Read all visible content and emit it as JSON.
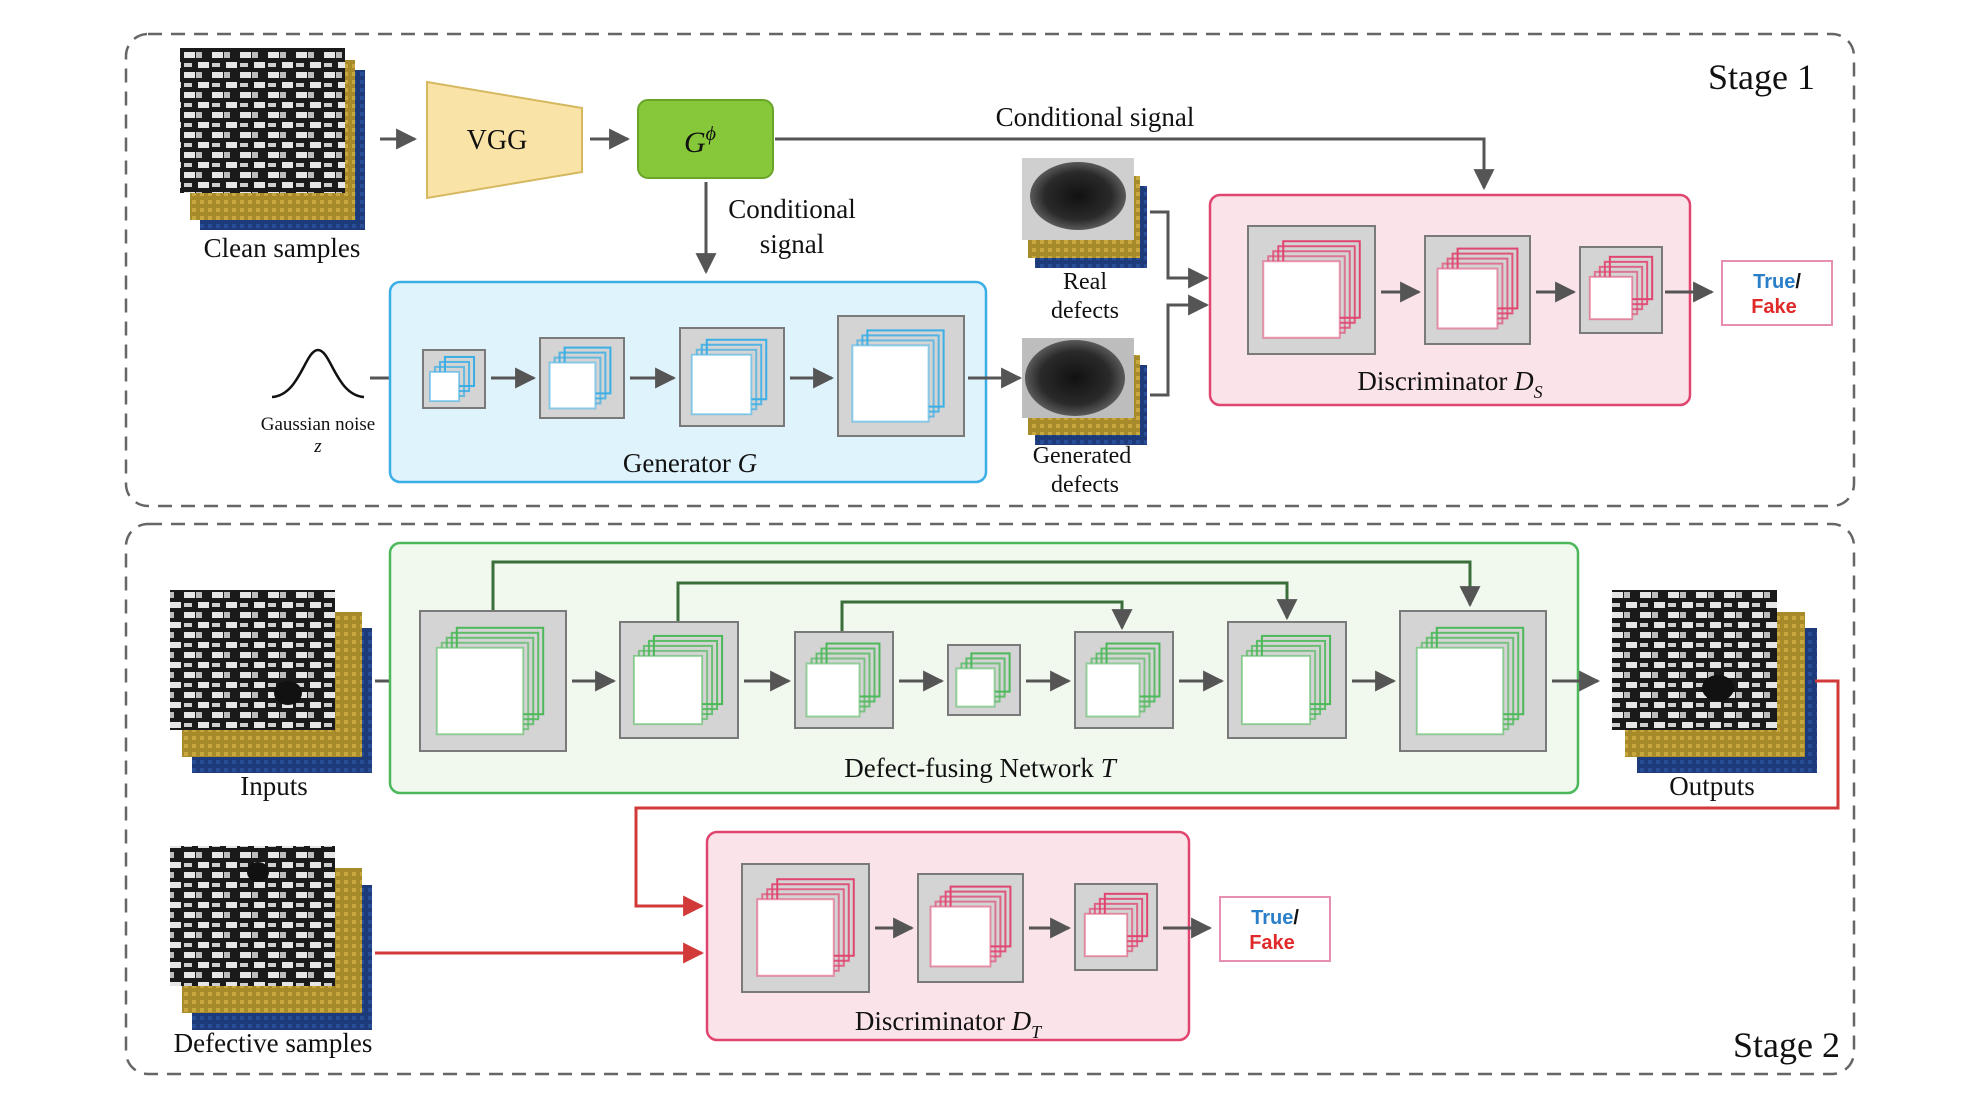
{
  "stage1": {
    "title": "Stage 1",
    "clean_samples_label": "Clean samples",
    "vgg_label": "VGG",
    "g_phi_base": "G",
    "g_phi_sup": "ϕ",
    "conditional_signal_top": "Conditional signal",
    "conditional_signal_line1": "Conditional",
    "conditional_signal_line2": "signal",
    "noise_label": "Gaussian noise",
    "noise_symbol": "z",
    "generator_label_text": "Generator ",
    "generator_symbol": "G",
    "real_defects_line1": "Real",
    "real_defects_line2": "defects",
    "generated_defects_line1": "Generated",
    "generated_defects_line2": "defects",
    "discriminator_label_text": "Discriminator ",
    "discriminator_symbol": "D",
    "discriminator_sub": "S",
    "true_label": "True",
    "slash": "/",
    "fake_label": "Fake"
  },
  "stage2": {
    "title": "Stage 2",
    "inputs_label": "Inputs",
    "network_label_text": "Defect-fusing Network ",
    "network_symbol": "T",
    "outputs_label": "Outputs",
    "defective_samples_label": "Defective samples",
    "discriminator_label_text": "Discriminator ",
    "discriminator_symbol": "D",
    "discriminator_sub": "T",
    "true_label": "True",
    "slash": "/",
    "fake_label": "Fake"
  },
  "colors": {
    "generator_fill": "#dff3fc",
    "generator_stroke": "#3aaee5",
    "discriminator_fill": "#fbe3ea",
    "discriminator_stroke": "#e0456f",
    "network_fill": "#f1f8ee",
    "network_stroke": "#4db85a",
    "vgg_fill": "#f9e3a6",
    "g_phi_fill": "#86c83a",
    "arrow": "#555555",
    "red_arrow": "#d23a3a",
    "true_color": "#2a7fc8",
    "fake_color": "#e02a2a"
  }
}
